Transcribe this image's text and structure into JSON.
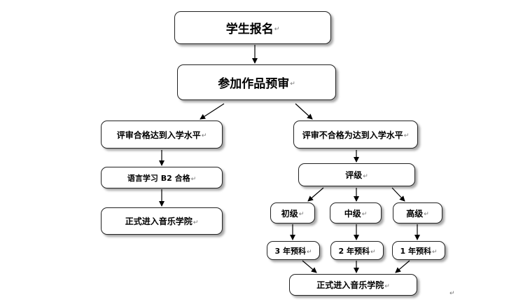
{
  "nodes": {
    "registration": "学生报名",
    "preliminary_review": "参加作品预审",
    "review_pass": "评审合格达到入学水平",
    "review_fail": "评审不合格为达到入学水平",
    "language_b2": "语言学习 B2 合格",
    "formal_admission_left": "正式进入音乐学院",
    "grading": "评级",
    "level_beginner": "初级",
    "level_intermediate": "中级",
    "level_advanced": "高级",
    "prep_3yr": "3 年预科",
    "prep_2yr": "2 年预科",
    "prep_1yr": "1 年预科",
    "formal_admission_bottom": "正式进入音乐学院"
  },
  "paragraph_mark": "↵"
}
